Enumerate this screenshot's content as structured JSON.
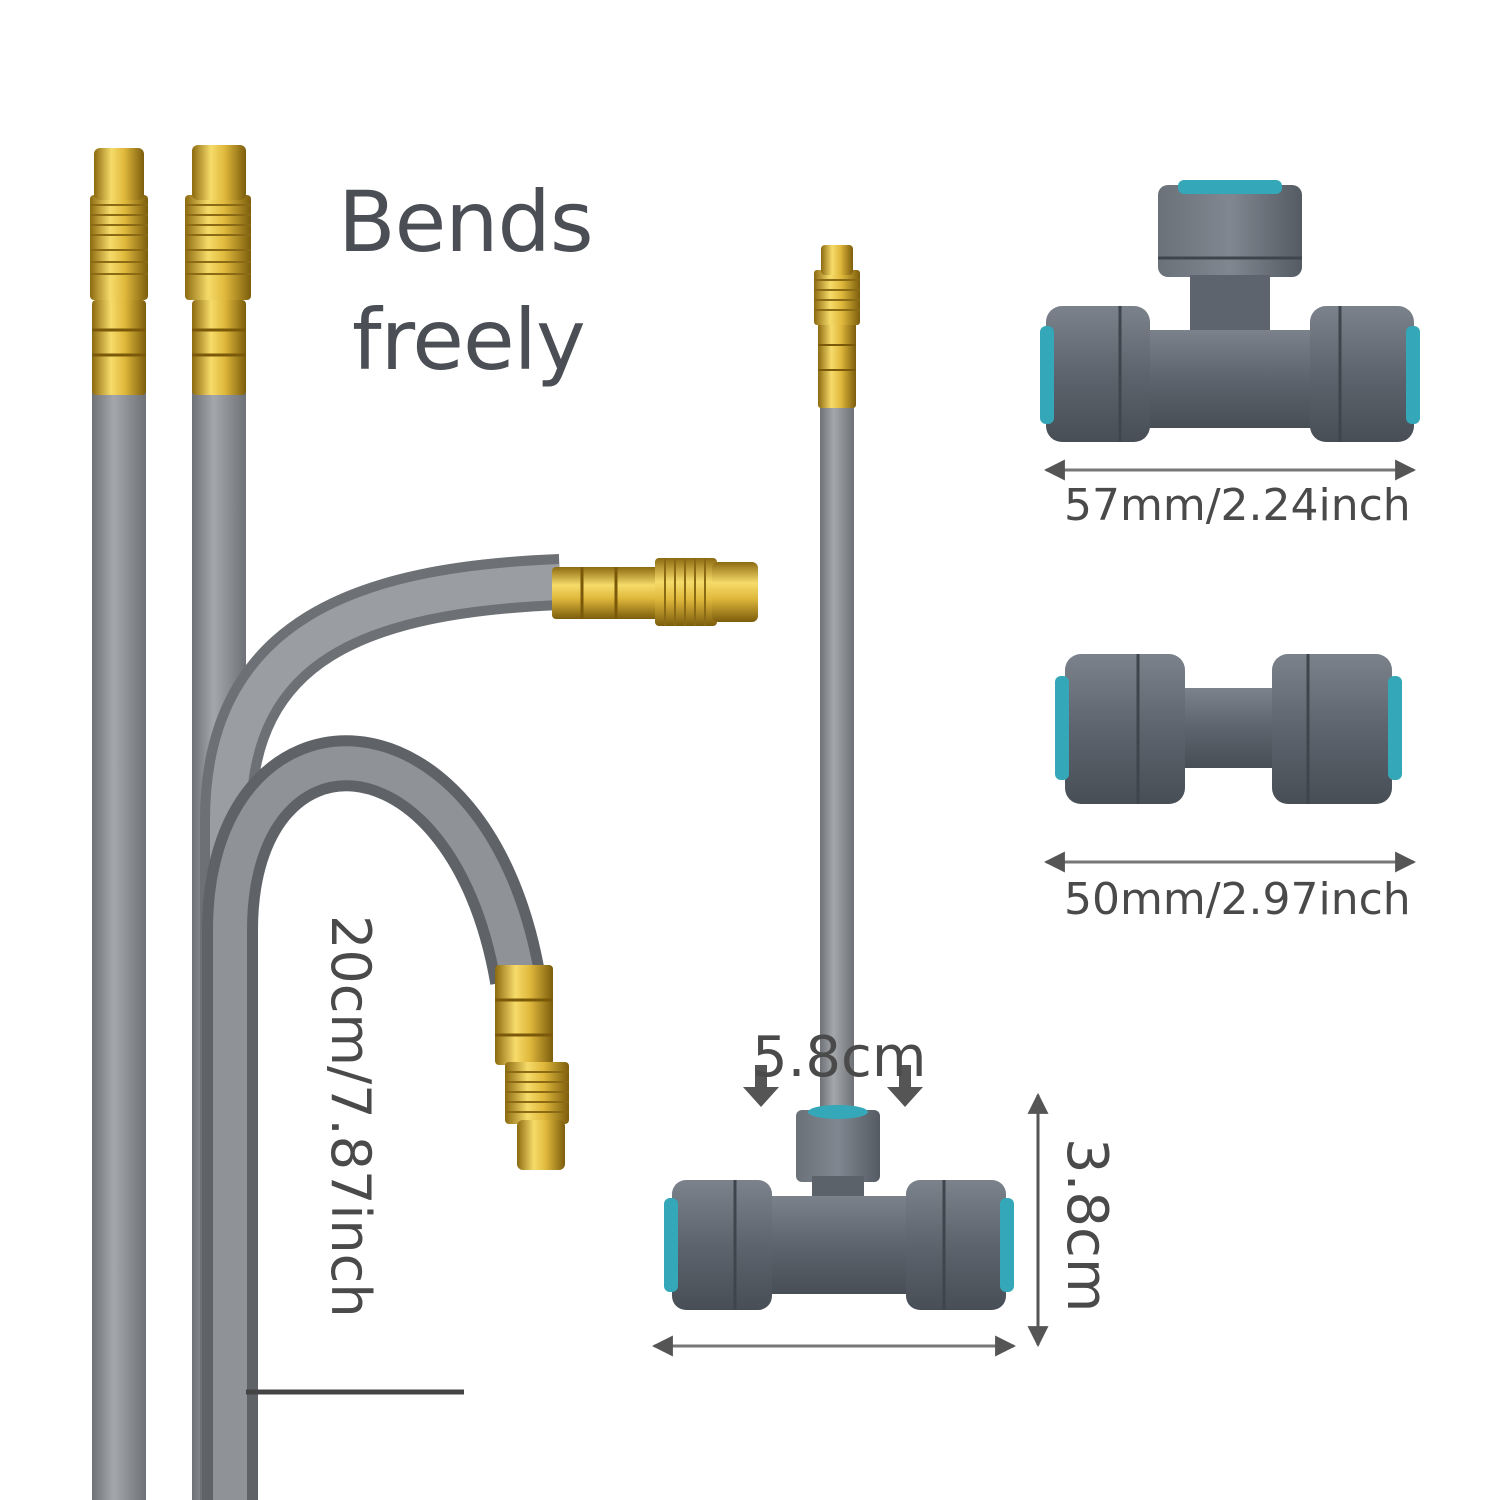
{
  "headline": {
    "line1": "Bends",
    "line2": "freely"
  },
  "dimensions": {
    "hose_length": "20cm/7.87inch",
    "tee_connector_width_top": "57mm/2.24inch",
    "straight_connector_width": "50mm/2.97inch",
    "tee_height": "3.8cm",
    "tee_width": "5.8cm"
  },
  "colors": {
    "hose": "#8f9297",
    "hose_shadow": "#6d7075",
    "brass": "#d9b23a",
    "connector_body": "#5d646d",
    "connector_seal": "#34a7b8",
    "text": "#4a4a4a"
  }
}
